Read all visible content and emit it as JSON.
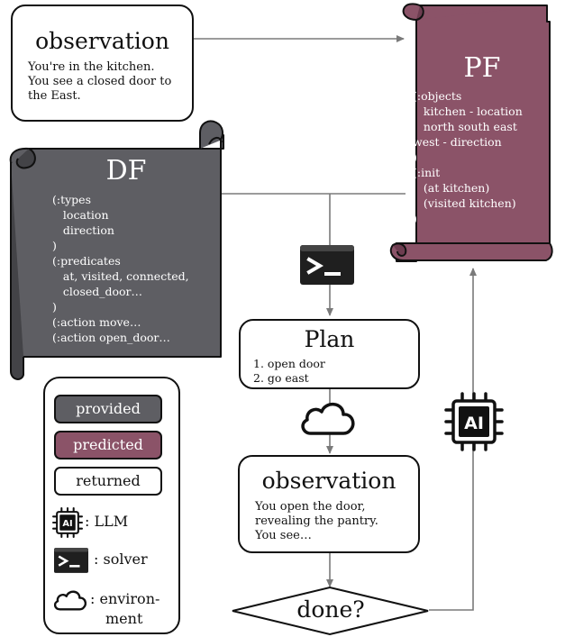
{
  "colors": {
    "provided": "#5e5e63",
    "predicted": "#8b5368",
    "returned": "#ffffff",
    "arrow": "#7a7a7a"
  },
  "observation_top": {
    "title": "observation",
    "lines": [
      "You're in the kitchen.",
      "You see a closed door to",
      "the East."
    ]
  },
  "pf": {
    "title": "PF",
    "lines": [
      "(:objects",
      "   kitchen - location",
      "   north south east",
      "west - direction",
      ")",
      "(:init",
      "   (at kitchen)",
      "   (visited kitchen)",
      ")"
    ]
  },
  "df": {
    "title": "DF",
    "lines": [
      "(:types",
      "   location",
      "   direction",
      ")",
      "(:predicates",
      "   at, visited, connected,",
      "   closed_door…",
      ")",
      "(:action move…",
      "(:action open_door…"
    ]
  },
  "plan": {
    "title": "Plan",
    "lines": [
      "1. open door",
      "2. go east"
    ]
  },
  "observation_bottom": {
    "title": "observation",
    "lines": [
      "You open the door,",
      "revealing the pantry.",
      "You see…"
    ]
  },
  "decision": {
    "label": "done?"
  },
  "legend": {
    "provided": "provided",
    "predicted": "predicted",
    "returned": "returned",
    "llm": ": LLM",
    "solver": ": solver",
    "environment_1": ": environ-",
    "environment_2": "ment"
  },
  "icons": {
    "solver": "terminal-icon",
    "environment": "cloud-icon",
    "llm": "ai-chip-icon"
  }
}
